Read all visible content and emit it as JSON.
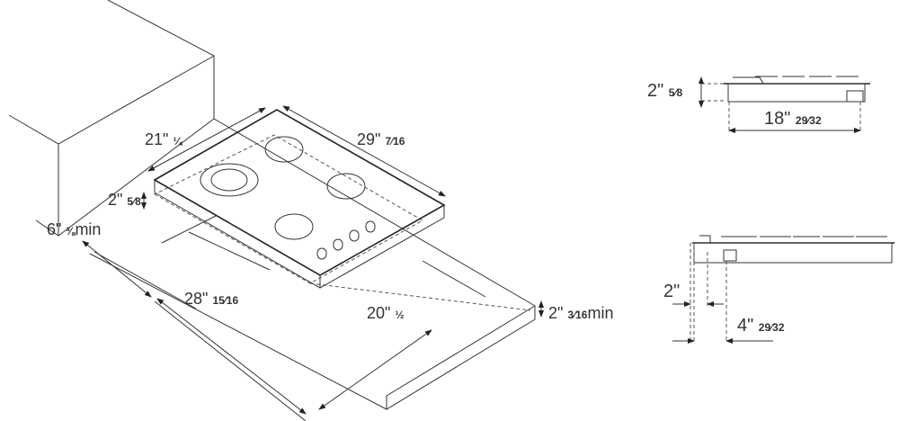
{
  "diagram": {
    "dimensions": {
      "depth": {
        "whole": "21\"",
        "frac": "¼"
      },
      "width": {
        "whole": "29\"",
        "frac": "7⁄16"
      },
      "height_iso": {
        "whole": "2\"",
        "frac": "5⁄8"
      },
      "rear_clearance": {
        "whole": "6\"",
        "frac": "⅜",
        "suffix": "min"
      },
      "cutout_width": {
        "whole": "28\"",
        "frac": "15⁄16"
      },
      "cutout_depth": {
        "whole": "20\"",
        "frac": "½"
      },
      "front_clearance": {
        "whole": "2\"",
        "frac": "3⁄16",
        "suffix": "min"
      },
      "side_height": {
        "whole": "2\"",
        "frac": "5⁄8"
      },
      "side_depth": {
        "whole": "18\"",
        "frac": "29⁄32"
      },
      "gas_offset": {
        "whole": "2\""
      },
      "gas_offset2": {
        "whole": "4\"",
        "frac": "29⁄32"
      }
    }
  }
}
